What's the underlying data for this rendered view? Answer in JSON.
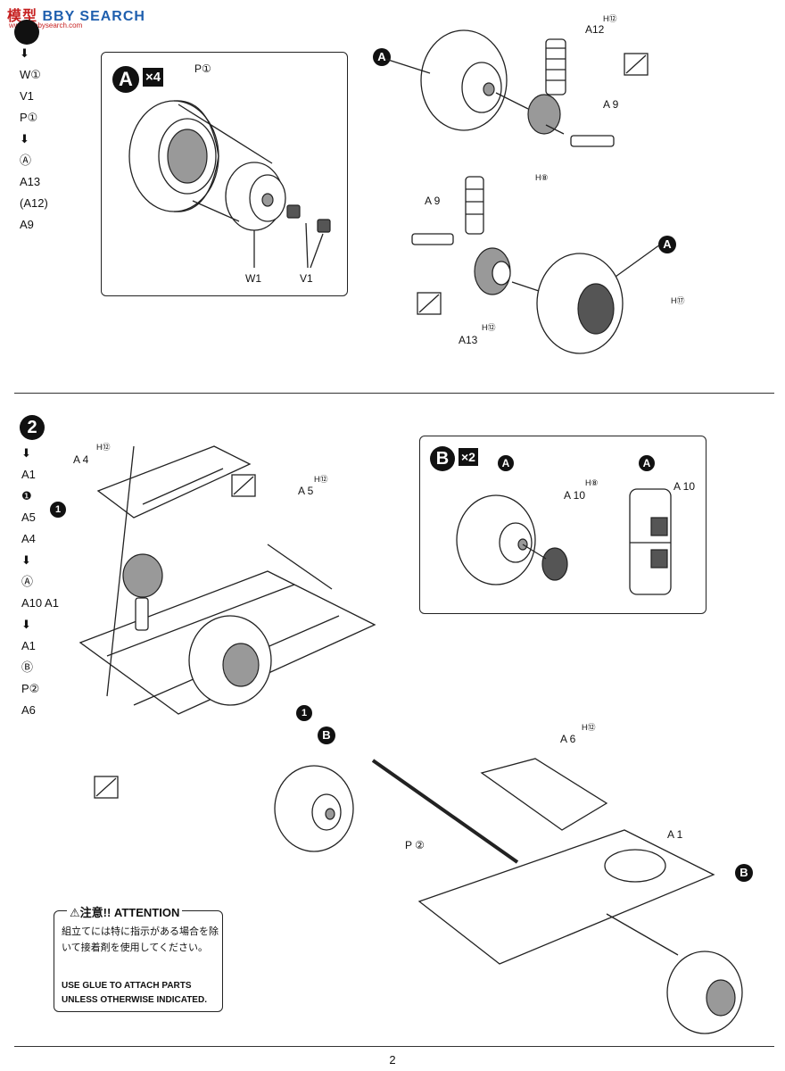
{
  "watermark": {
    "brand_cn": "模型",
    "brand_en": "BBY SEARCH",
    "url": "www.hobbysearch.com"
  },
  "step1": {
    "list": [
      "W①",
      "V1",
      "P①",
      "Ⓐ",
      "A13",
      "(A12)",
      "A9"
    ],
    "arrow": "⬇",
    "boxA": {
      "letter": "A",
      "multiplier": "×4",
      "labels": {
        "p1": "P①",
        "w1": "W1",
        "v1": "V1"
      }
    },
    "callouts": {
      "a_top": "A",
      "a_bottom": "A",
      "h12_top": "H⑫",
      "a12": "A12",
      "a9_top": "A 9",
      "h8": "H⑧",
      "a9_left": "A 9",
      "a13": "A13",
      "h12_bottom": "H⑫",
      "h77": "H⑰"
    }
  },
  "step2": {
    "number": "2",
    "list": [
      "A1",
      "❶",
      "A5",
      "A4",
      "Ⓐ",
      "A10 A1",
      "A1",
      "Ⓑ",
      "P②",
      "A6"
    ],
    "boxB": {
      "letter": "B",
      "multiplier": "×2",
      "labels": {
        "a_left": "A",
        "h8": "H⑧",
        "a10_left": "A 10",
        "a_right": "A",
        "a10_right": "A 10"
      }
    },
    "callouts": {
      "h12_a4": "H⑫",
      "a4": "A 4",
      "h12_a5": "H⑫",
      "a5": "A 5",
      "sub1_top": "1",
      "sub1_mid": "1",
      "b_top": "B",
      "p2": "P ②",
      "h12_a6": "H⑫",
      "a6": "A 6",
      "a1": "A 1",
      "b_bottom": "B"
    }
  },
  "notice": {
    "title": "⚠注意!! ATTENTION",
    "jp": "組立てには特に指示がある場合を除いて接着剤を使用してください。",
    "en": "USE GLUE TO ATTACH PARTS UNLESS OTHERWISE INDICATED."
  },
  "page_number": "2"
}
